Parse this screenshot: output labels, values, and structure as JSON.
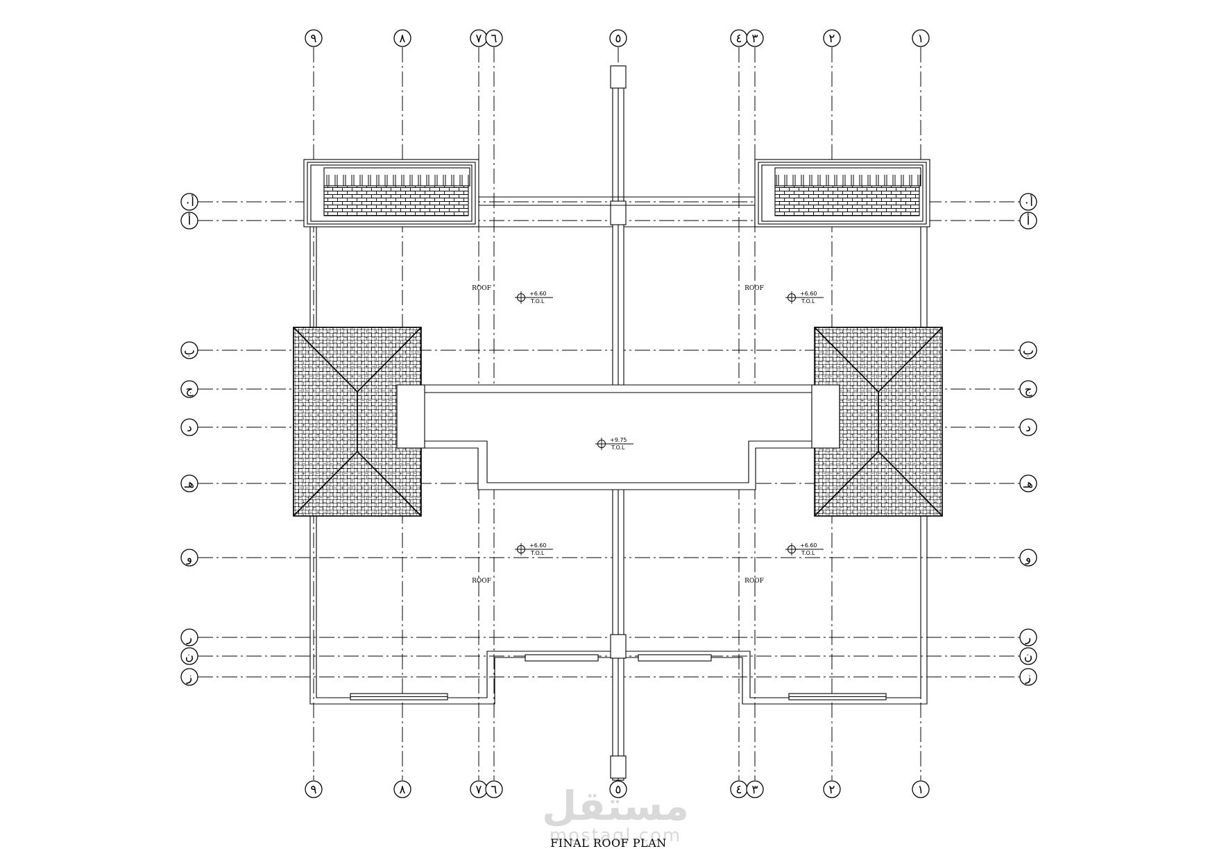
{
  "title": "FINAL ROOF PLAN",
  "watermark": {
    "arabic": "مستقل",
    "latin": "mostaql.com"
  },
  "vertical_axes": [
    "٩",
    "٨",
    "٧",
    "٦",
    "٥",
    "٤",
    "٣",
    "٢",
    "١"
  ],
  "horizontal_axes": [
    "أ٠",
    "أ",
    "ب",
    "ج",
    "د",
    "هـ",
    "و",
    "ر",
    "ن",
    "ز"
  ],
  "zone_labels": [
    "ROOF",
    "ROOF",
    "ROOF",
    "ROOF"
  ],
  "level_marks": [
    {
      "value": "+6.60",
      "ref": "T.O.L"
    },
    {
      "value": "+6.60",
      "ref": "T.O.L"
    },
    {
      "value": "+9.75",
      "ref": "T.O.L"
    },
    {
      "value": "+6.60",
      "ref": "T.O.L"
    },
    {
      "value": "+6.60",
      "ref": "T.O.L"
    }
  ],
  "colors": {
    "line": "#000000",
    "background": "#ffffff",
    "watermark": "#d3d3d3"
  }
}
